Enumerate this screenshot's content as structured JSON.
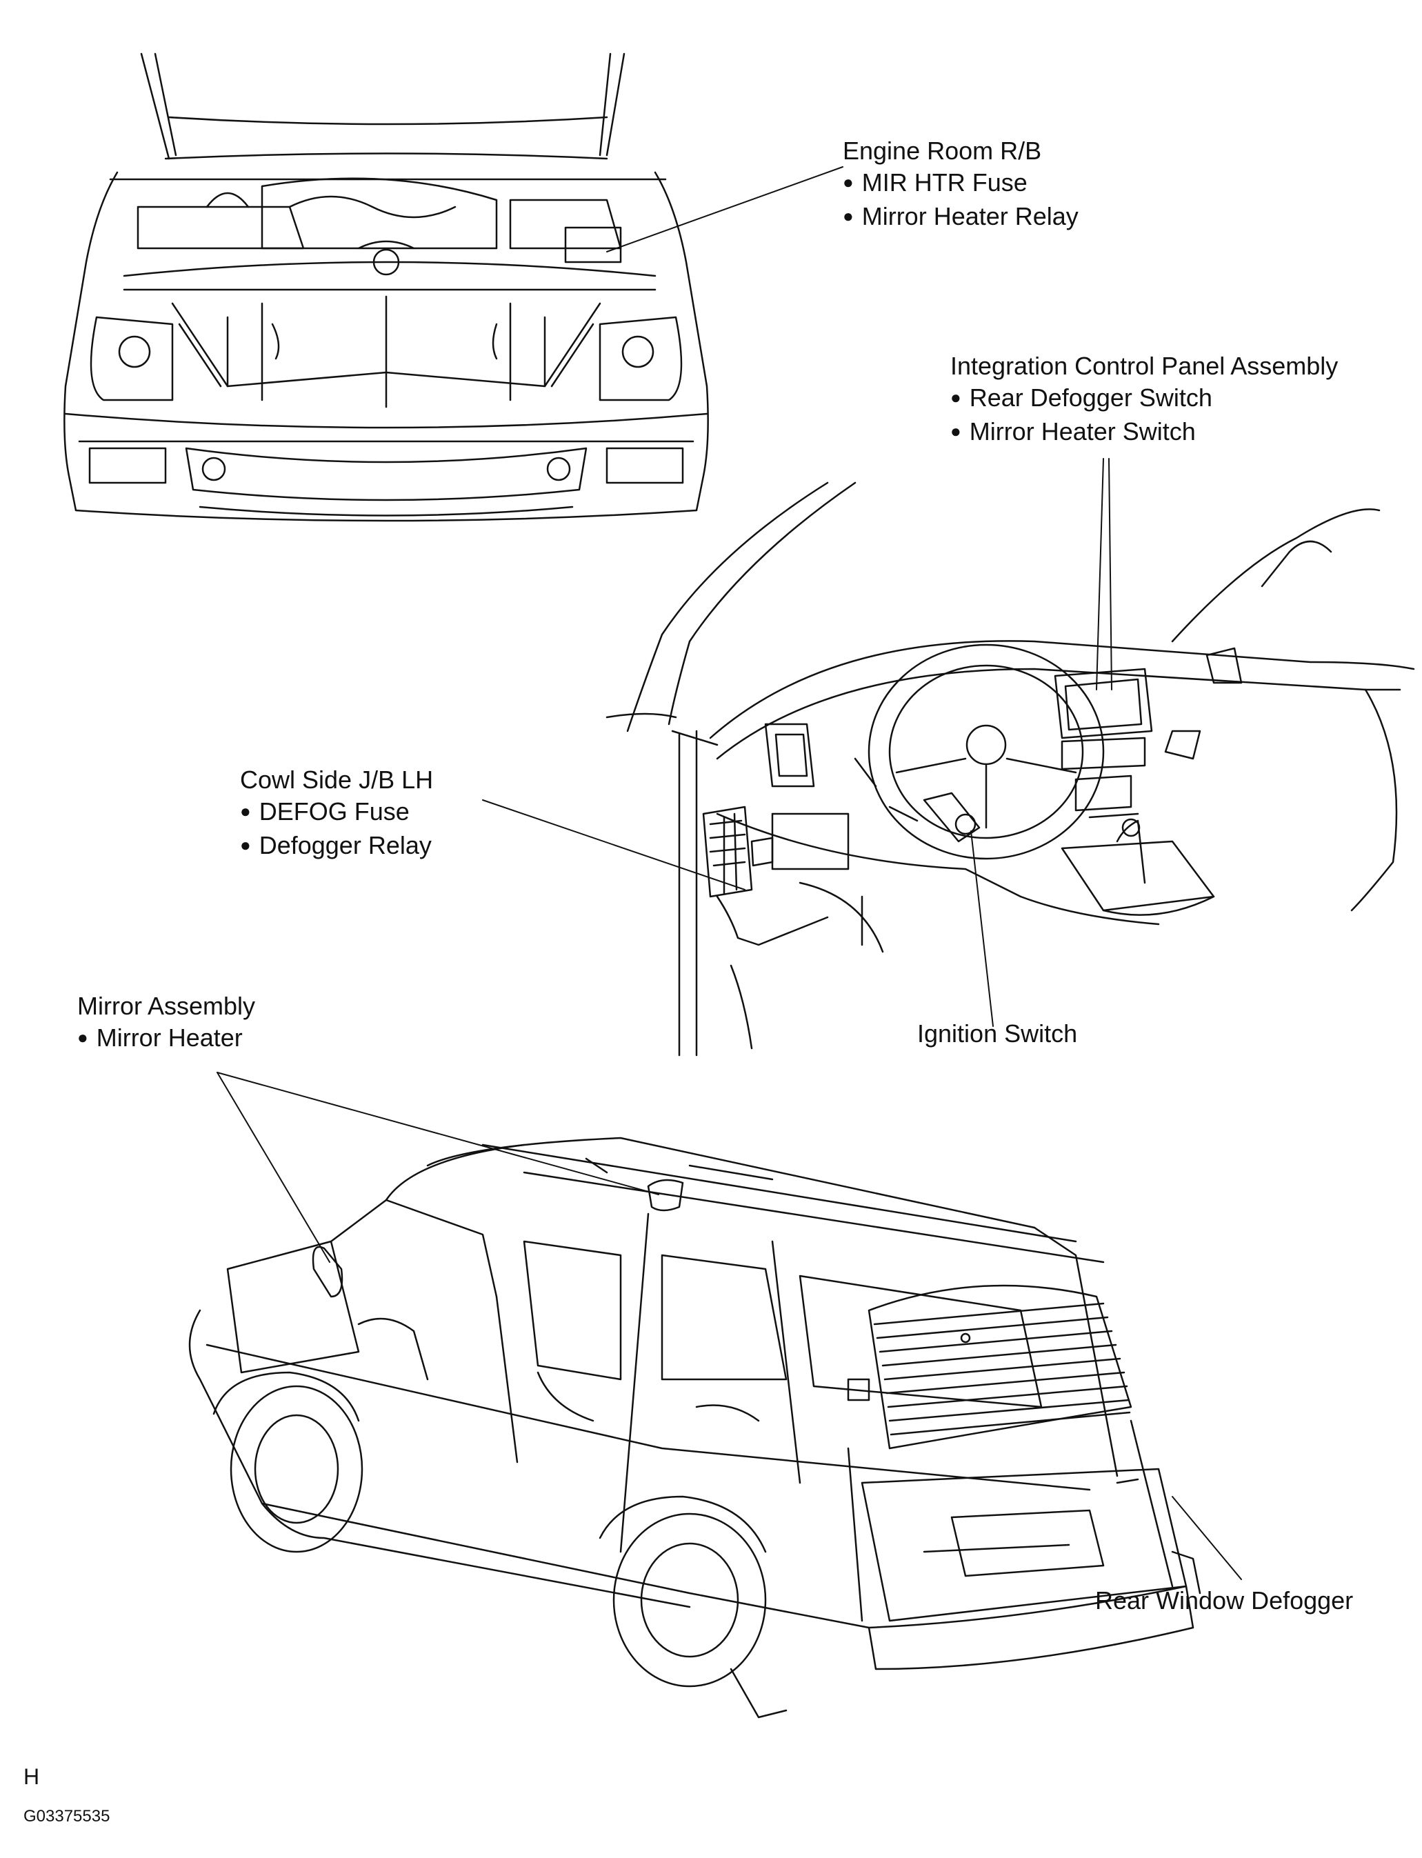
{
  "callouts": {
    "engine_room": {
      "title": "Engine Room R/B",
      "items": [
        "MIR HTR Fuse",
        "Mirror Heater Relay"
      ]
    },
    "integration_panel": {
      "title": "Integration Control Panel Assembly",
      "items": [
        "Rear Defogger Switch",
        "Mirror Heater Switch"
      ]
    },
    "cowl_side": {
      "title": "Cowl Side J/B LH",
      "items": [
        "DEFOG Fuse",
        "Defogger Relay"
      ]
    },
    "mirror_assembly": {
      "title": "Mirror Assembly",
      "items": [
        "Mirror Heater"
      ]
    },
    "ignition_switch": {
      "title": "Ignition Switch"
    },
    "rear_window": {
      "title": "Rear Window Defogger"
    }
  },
  "footer": {
    "view_code": "H",
    "figure_id": "G03375535"
  },
  "colors": {
    "line": "#111111",
    "background": "#ffffff"
  }
}
